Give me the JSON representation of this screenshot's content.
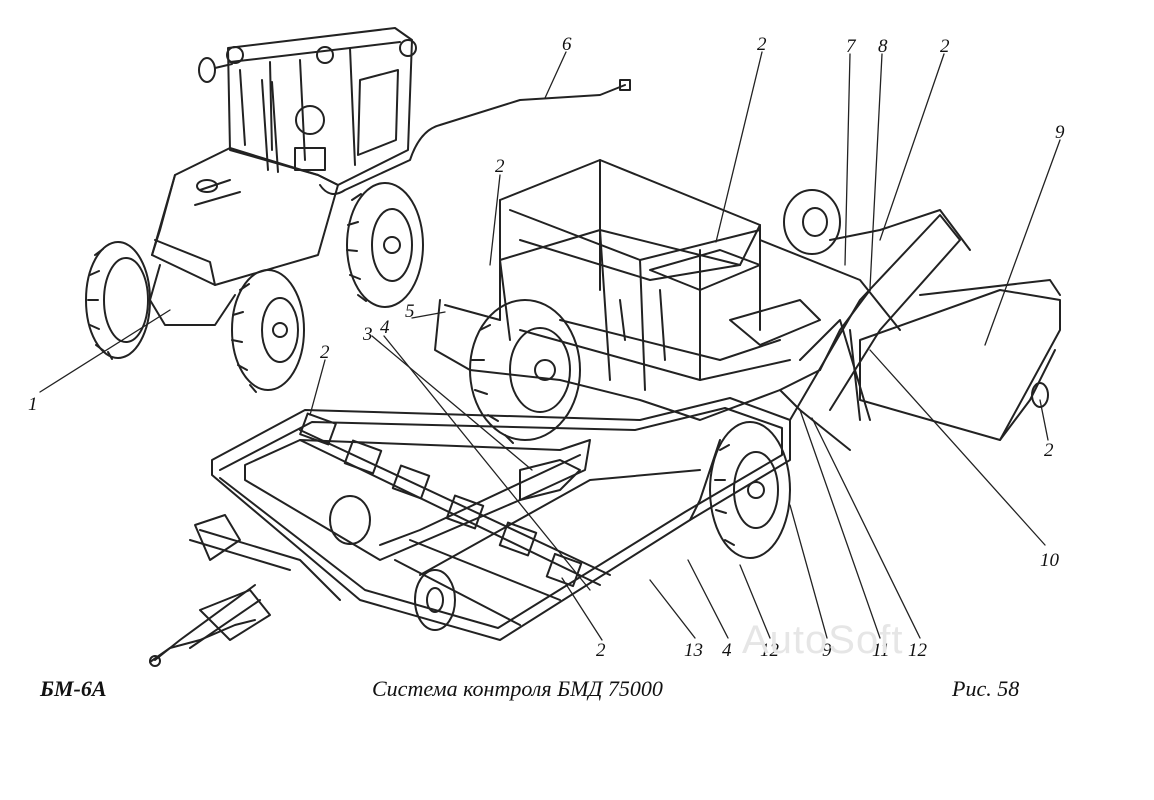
{
  "footer": {
    "code": "БМ-6А",
    "title": "Система контроля  БМД 75000",
    "figure": "Рис.   58"
  },
  "watermark": "AutoSoft",
  "callouts": [
    {
      "id": "c6",
      "label": "6"
    },
    {
      "id": "c2a",
      "label": "2"
    },
    {
      "id": "c7",
      "label": "7"
    },
    {
      "id": "c8",
      "label": "8"
    },
    {
      "id": "c2b",
      "label": "2"
    },
    {
      "id": "c9a",
      "label": "9"
    },
    {
      "id": "c2c",
      "label": "2"
    },
    {
      "id": "c5",
      "label": "5"
    },
    {
      "id": "c4a",
      "label": "4"
    },
    {
      "id": "c3",
      "label": "3"
    },
    {
      "id": "c2d",
      "label": "2"
    },
    {
      "id": "c1",
      "label": "1"
    },
    {
      "id": "c2e",
      "label": "2"
    },
    {
      "id": "c10",
      "label": "10"
    },
    {
      "id": "c2f",
      "label": "2"
    },
    {
      "id": "c13",
      "label": "13"
    },
    {
      "id": "c4b",
      "label": "4"
    },
    {
      "id": "c12a",
      "label": "12"
    },
    {
      "id": "c9b",
      "label": "9"
    },
    {
      "id": "c11",
      "label": "11"
    },
    {
      "id": "c12b",
      "label": "12"
    }
  ]
}
